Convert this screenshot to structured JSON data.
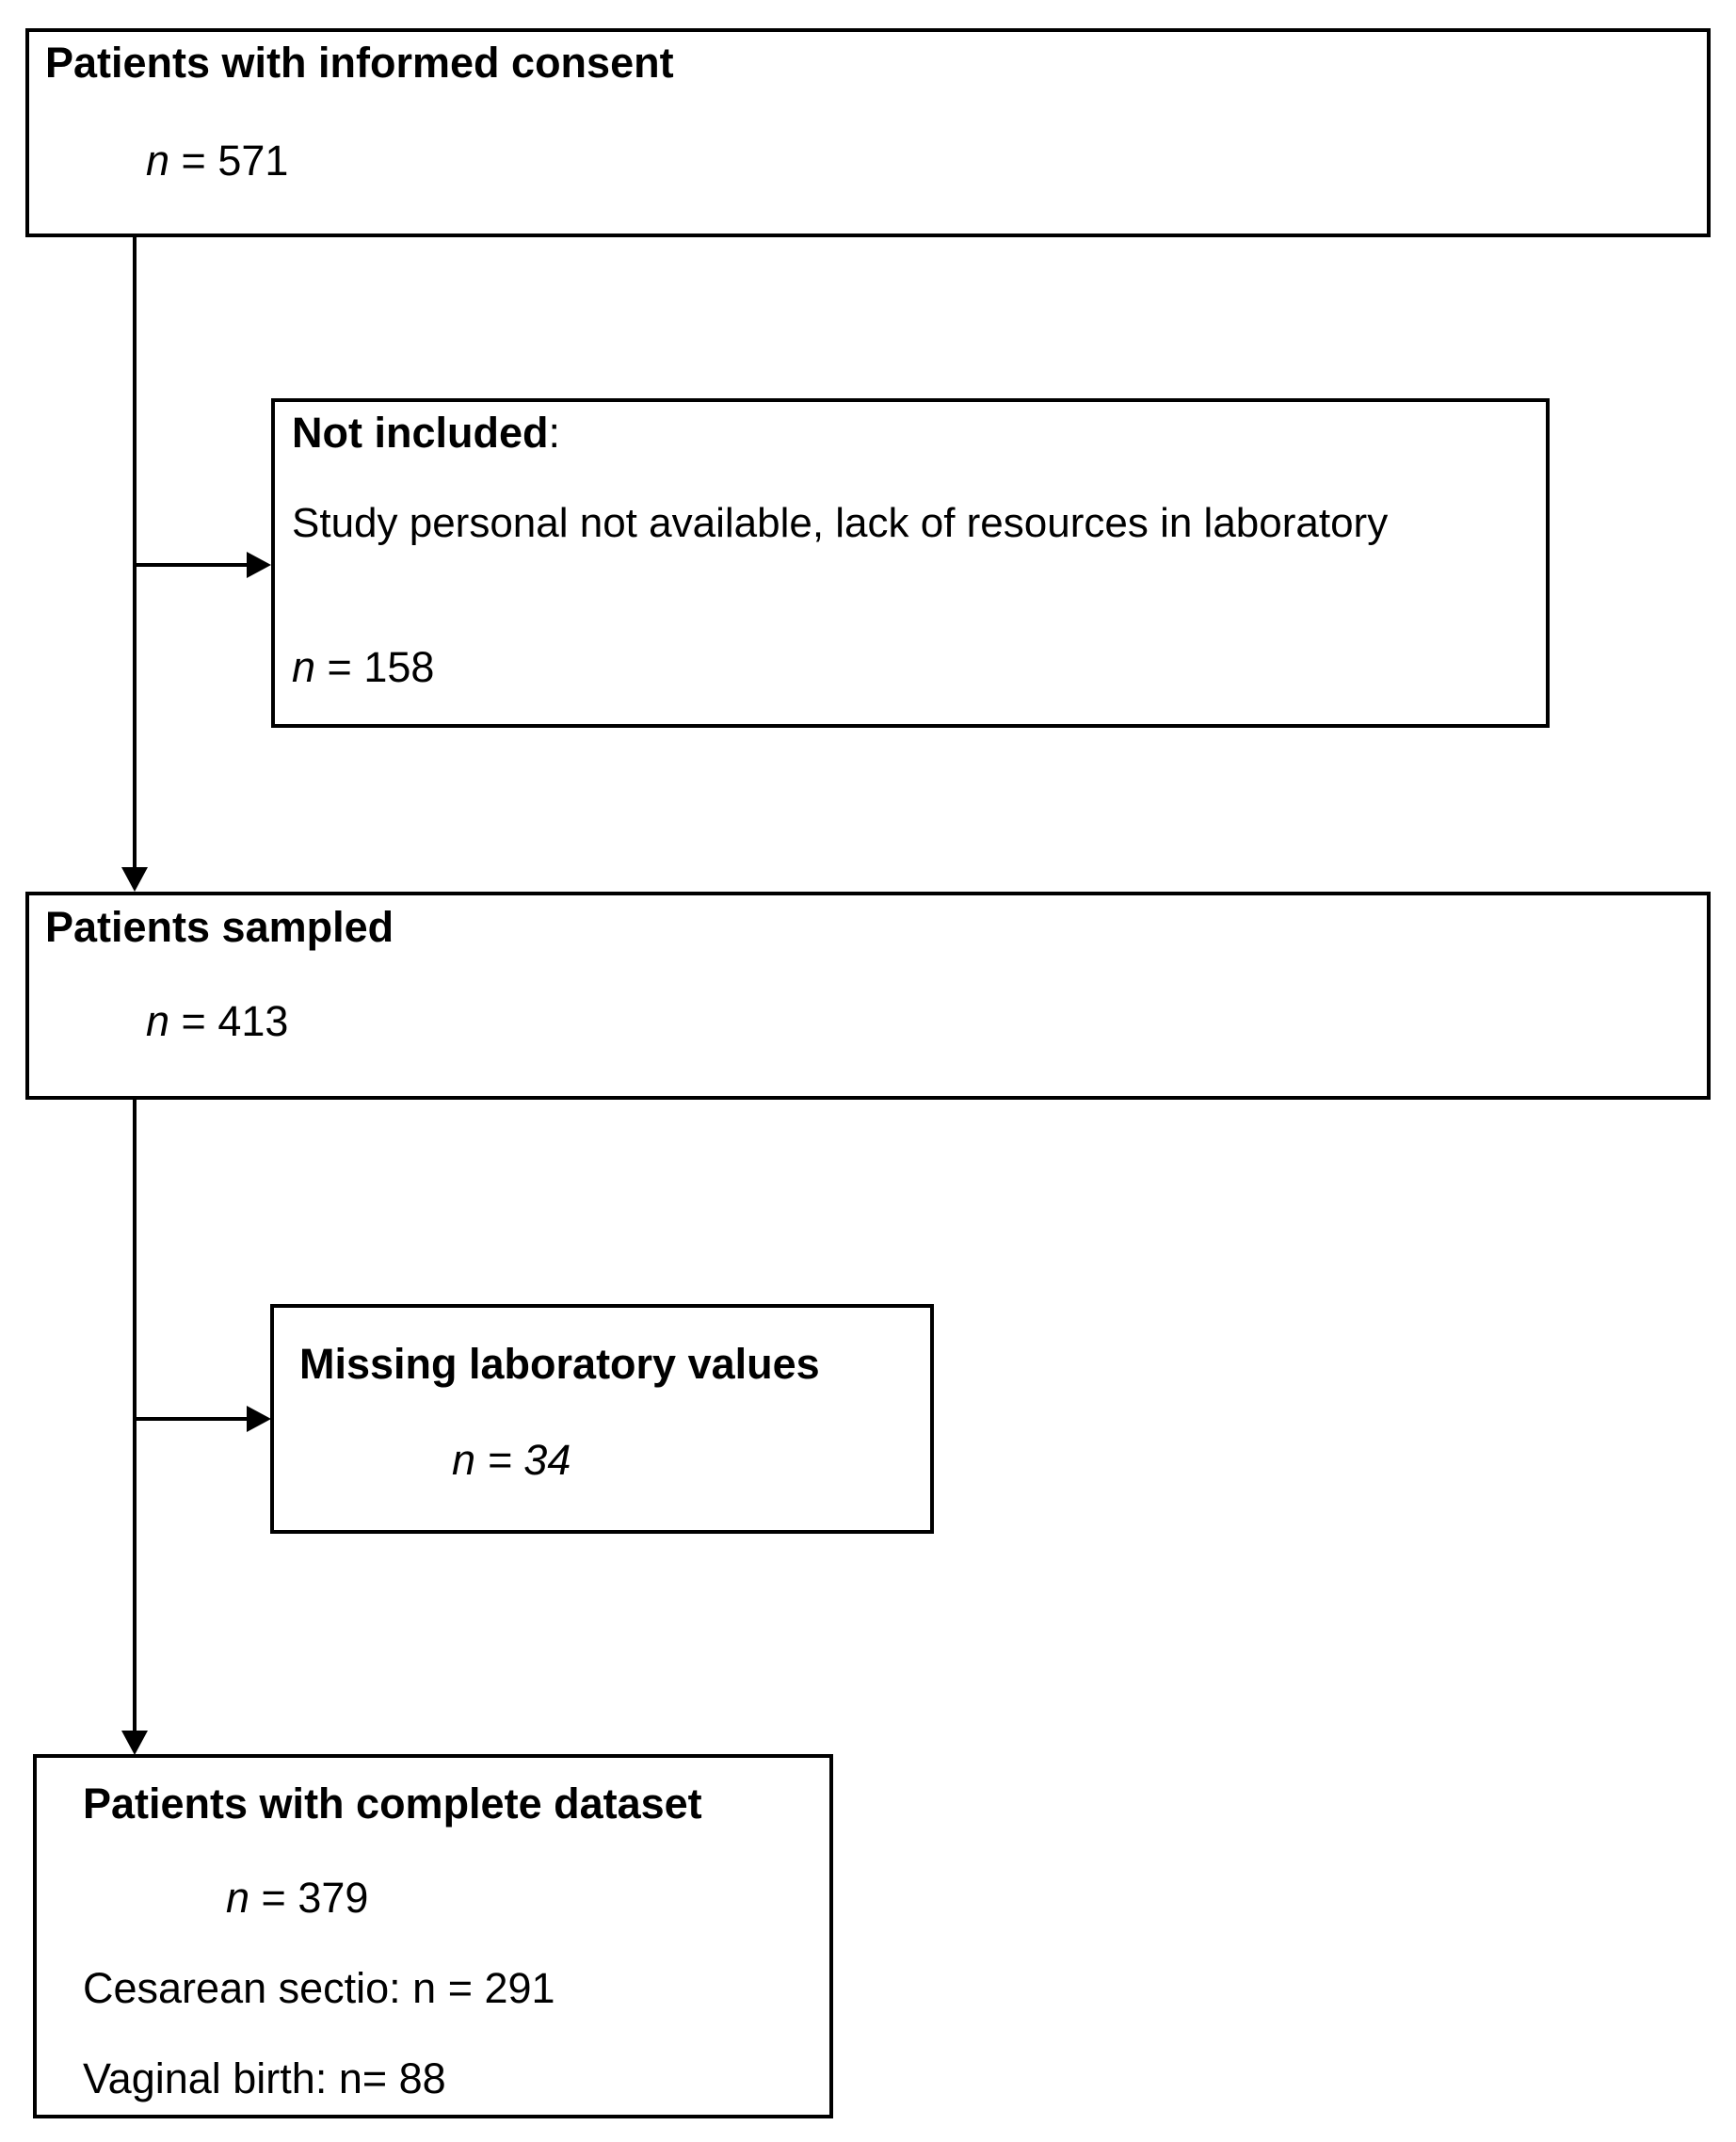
{
  "figure": {
    "type": "flowchart",
    "orientation": "vertical",
    "background_color": "#ffffff",
    "line_color": "#000000"
  },
  "nodes": [
    {
      "id": "informed-consent",
      "title": "Patients with informed consent",
      "n_label": "n",
      "n_value": "= 571",
      "count": 571
    },
    {
      "id": "not-included",
      "title": "Not included",
      "title_suffix": ":",
      "reason": "Study personal not available, lack of resources in laboratory",
      "n_label": "n",
      "n_value": "= 158",
      "count": 158
    },
    {
      "id": "patients-sampled",
      "title": "Patients sampled",
      "n_label": "n",
      "n_value": "= 413",
      "count": 413
    },
    {
      "id": "missing-lab-values",
      "title": "Missing laboratory values",
      "n_label": "n = 34",
      "count": 34
    },
    {
      "id": "complete-dataset",
      "title": "Patients with complete dataset",
      "n_label": "n",
      "n_value": "= 379",
      "count": 379,
      "breakdown": [
        {
          "label": "Cesarean sectio: n = 291",
          "count": 291
        },
        {
          "label": "Vaginal birth: n= 88",
          "count": 88
        }
      ]
    }
  ],
  "chart_data": {
    "type": "flowchart",
    "title": "",
    "stages": [
      {
        "name": "Patients with informed consent",
        "n": 571
      },
      {
        "name": "Not included (Study personal not available, lack of resources in laboratory)",
        "n": 158
      },
      {
        "name": "Patients sampled",
        "n": 413
      },
      {
        "name": "Missing laboratory values",
        "n": 34
      },
      {
        "name": "Patients with complete dataset",
        "n": 379
      },
      {
        "name": "Cesarean sectio",
        "n": 291
      },
      {
        "name": "Vaginal birth",
        "n": 88
      }
    ],
    "edges": [
      {
        "from": "Patients with informed consent",
        "to": "Not included",
        "kind": "exclusion"
      },
      {
        "from": "Patients with informed consent",
        "to": "Patients sampled",
        "kind": "flow"
      },
      {
        "from": "Patients sampled",
        "to": "Missing laboratory values",
        "kind": "exclusion"
      },
      {
        "from": "Patients sampled",
        "to": "Patients with complete dataset",
        "kind": "flow"
      }
    ]
  }
}
